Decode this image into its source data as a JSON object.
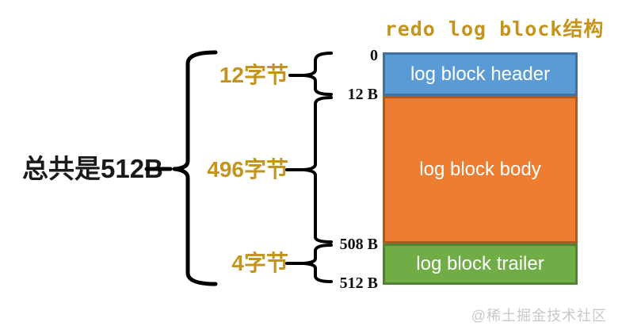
{
  "title": {
    "text": "redo log block结构",
    "color": "#C5941C"
  },
  "total": {
    "label": "总共是512B"
  },
  "segments": [
    {
      "label": "log block header",
      "size_label": "12字节",
      "fill": "#5B9BD5",
      "border": "#41719C"
    },
    {
      "label": "log block body",
      "size_label": "496字节",
      "fill": "#ED7D31",
      "border": "#AE5A21"
    },
    {
      "label": "log block trailer",
      "size_label": "4字节",
      "fill": "#70AD47",
      "border": "#548235"
    }
  ],
  "ticks": [
    "0",
    "12 B",
    "508 B",
    "512 B"
  ],
  "watermark": "@稀土掘金技术社区",
  "colors": {
    "accent_gold": "#C5941C",
    "brace_black": "#000000",
    "watermark_gray": "#C8C8C8"
  }
}
